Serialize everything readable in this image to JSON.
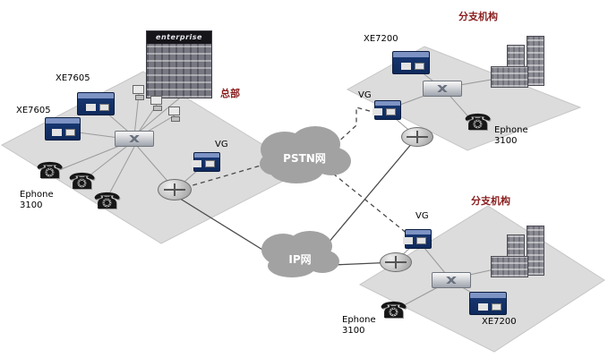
{
  "clouds": {
    "pstn_label": "PSTN网",
    "ip_label": "IP网"
  },
  "hq": {
    "site_label": "总部",
    "building_sign": "enterprise",
    "xe7605_a_label": "XE7605",
    "xe7605_b_label": "XE7605",
    "vg_label": "VG",
    "ephone_label": "Ephone\n3100"
  },
  "branch_top": {
    "site_label": "分支机构",
    "xe7200_label": "XE7200",
    "vg_label": "VG",
    "ephone_label": "Ephone\n3100"
  },
  "branch_bottom": {
    "site_label": "分支机构",
    "xe7200_label": "XE7200",
    "vg_label": "VG",
    "ephone_label": "Ephone\n3100"
  },
  "icons": {
    "phone": "☎"
  },
  "colors": {
    "device_navy": "#17366f",
    "site_label_red": "#8b1f1f",
    "cloud_gray": "#a2a2a2",
    "platform_gray": "#dcdcdc"
  }
}
